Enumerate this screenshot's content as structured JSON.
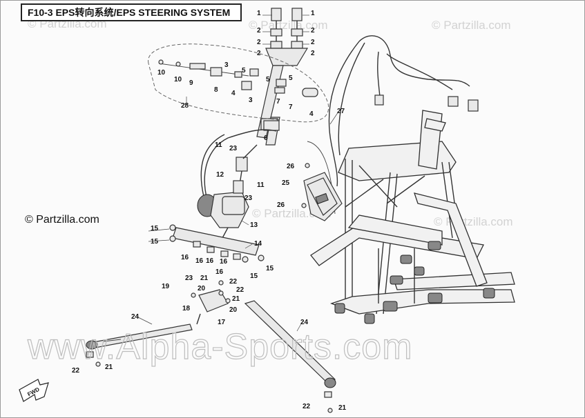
{
  "title": "F10-3 EPS转向系统/EPS STEERING SYSTEM",
  "copyright": "© Partzilla.com",
  "watermark_small": "© Partzilla.com",
  "watermark_large": "www.Alpha-Sports.com",
  "fwd_label": "FWD",
  "callouts": {
    "c1": "1",
    "c2": "1",
    "c3": "2",
    "c4": "2",
    "c5": "2",
    "c6": "2",
    "c7": "2",
    "c8": "2",
    "c9": "10",
    "c10": "10",
    "c11": "9",
    "c12": "8",
    "c13": "4",
    "c14": "5",
    "c15": "3",
    "c16": "5",
    "c17": "5",
    "c18": "7",
    "c19": "7",
    "c20": "4",
    "c21": "28",
    "c22": "3",
    "c23": "27",
    "c24": "6",
    "c25": "11",
    "c26": "23",
    "c27": "12",
    "c28": "11",
    "c29": "26",
    "c30": "25",
    "c31": "26",
    "c32": "23",
    "c33": "13",
    "c34": "15",
    "c35": "15",
    "c36": "14",
    "c37": "16",
    "c38": "16",
    "c39": "16",
    "c40": "16",
    "c41": "15",
    "c42": "15",
    "c43": "16",
    "c44": "19",
    "c45": "23",
    "c46": "21",
    "c47": "20",
    "c48": "22",
    "c49": "22",
    "c50": "21",
    "c51": "18",
    "c52": "20",
    "c53": "17",
    "c54": "24",
    "c55": "21",
    "c56": "22",
    "c57": "24",
    "c58": "22",
    "c59": "21"
  }
}
